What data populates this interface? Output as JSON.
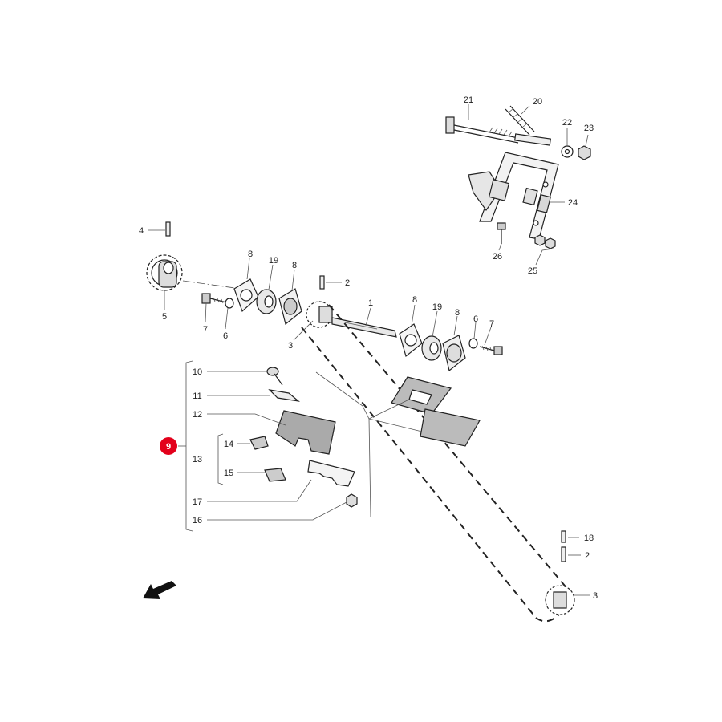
{
  "diagram": {
    "labels": {
      "l1": "1",
      "l2a": "2",
      "l2b": "2",
      "l3a": "3",
      "l3b": "3",
      "l4": "4",
      "l5": "5",
      "l6a": "6",
      "l6b": "6",
      "l7a": "7",
      "l7b": "7",
      "l8a": "8",
      "l8b": "8",
      "l8c": "8",
      "l8d": "8",
      "l10": "10",
      "l11": "11",
      "l12": "12",
      "l13": "13",
      "l14": "14",
      "l15": "15",
      "l16": "16",
      "l17": "17",
      "l18": "18",
      "l19a": "19",
      "l19b": "19",
      "l20": "20",
      "l21": "21",
      "l22": "22",
      "l23": "23",
      "l24": "24",
      "l25": "25",
      "l26": "26"
    },
    "callout": {
      "number": "9",
      "color": "#e3001b"
    }
  }
}
